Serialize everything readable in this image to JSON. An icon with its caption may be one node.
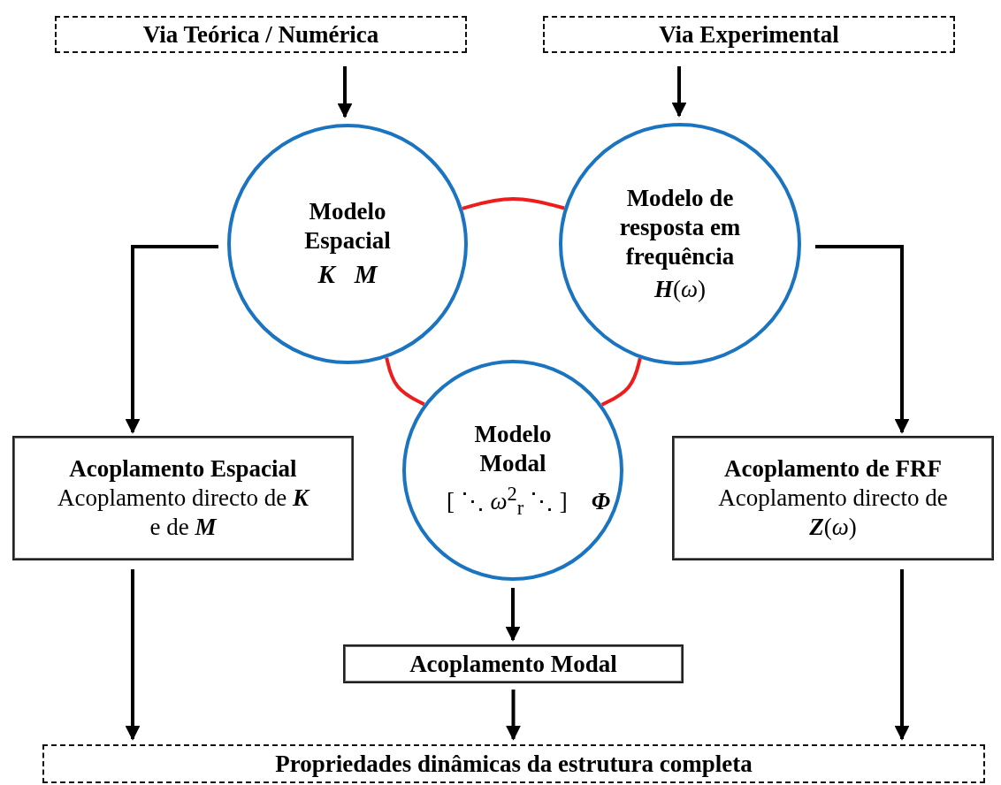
{
  "diagram": {
    "nodes": [
      {
        "text": [
          "Via Teórica / Numérica"
        ]
      },
      {
        "text": [
          "Via Experimental"
        ]
      },
      {
        "text": [
          "Modelo Espacial",
          "K   M"
        ]
      },
      {
        "text": [
          "Modelo de resposta em frequência",
          "**H**(*ω*)"
        ]
      },
      {
        "text": [
          "Modelo Modal",
          "[ ⋱ *ω*$^{2}$$_{r}$ ⋱ ]    **Φ**"
        ]
      },
      {
        "text": [
          "Acoplamento Espacial",
          "Acoplamento directo de **K** e de **M**"
        ]
      },
      {
        "text": [
          "Acoplamento de FRF",
          "Acoplamento directo de **Z**(*ω*)"
        ]
      },
      {
        "text": [
          "Acoplamento Modal"
        ]
      },
      {
        "text": [
          "Propriedades dinâmicas da estrutura completa"
        ]
      }
    ],
    "edges": [
      {
        "from": 0,
        "to": 2,
        "arrow": "to"
      },
      {
        "from": 1,
        "to": 3,
        "arrow": "to"
      },
      {
        "from": 2,
        "to": 5,
        "arrow": "to"
      },
      {
        "from": 3,
        "to": 6,
        "arrow": "to"
      },
      {
        "from": 4,
        "to": 7,
        "arrow": "to"
      },
      {
        "from": 5,
        "to": 8,
        "arrow": "to"
      },
      {
        "from": 7,
        "to": 8,
        "arrow": "to"
      },
      {
        "from": 6,
        "to": 8,
        "arrow": "to"
      },
      {
        "from": 2,
        "to": 3,
        "arrow": "none",
        "color": "#ee1c1c"
      },
      {
        "from": 2,
        "to": 4,
        "arrow": "none",
        "color": "#ee1c1c"
      },
      {
        "from": 3,
        "to": 4,
        "arrow": "none",
        "color": "#ee1c1c"
      }
    ]
  }
}
